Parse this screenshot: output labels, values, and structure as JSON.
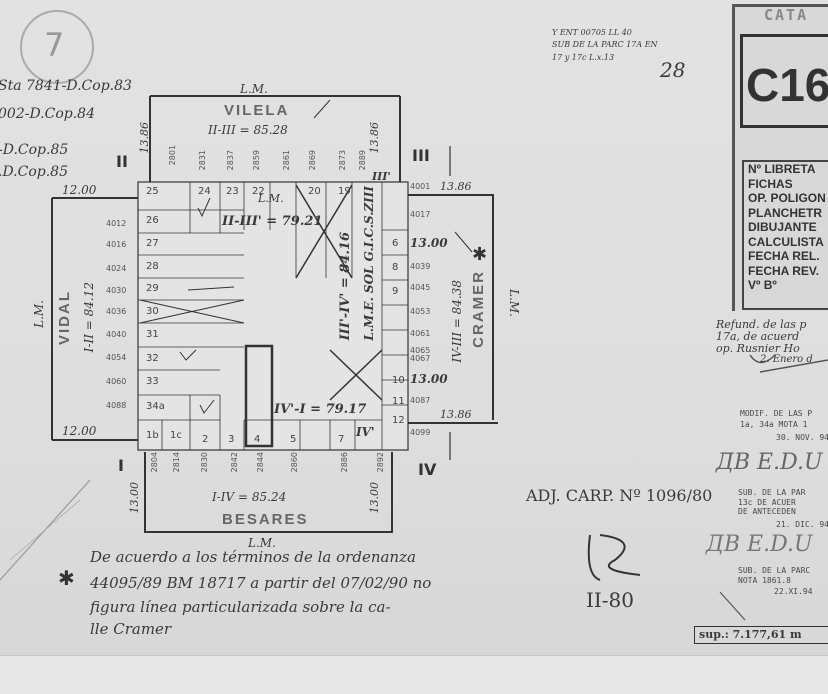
{
  "sheet_number": "7",
  "left_notes": [
    "Sta 7841-D.Cop.83",
    "002-D.Cop.84",
    "-D.Cop.85",
    ".D.Cop.85"
  ],
  "top_note": [
    "Y ENT 00705 LL 40",
    "SUB DE LA PARC 17A EN",
    "17 y 17c   L.x.13"
  ],
  "top_note_mark": "28",
  "lm_labels": [
    "L.M.",
    "L.M.",
    "L.M.",
    "L.M.",
    "L.M."
  ],
  "streets": {
    "north": "VILELA",
    "west": "VIDAL",
    "east": "CRAMER",
    "south": "BESARES"
  },
  "dimensions": {
    "north": "II-III = 85.28",
    "west": "I-II = 84.12",
    "east": "IV-III = 84.38",
    "south": "I-IV = 85.24",
    "inner_north": "II-III' = 79.21",
    "inner_south": "IV'-I = 79.17",
    "inner_diag": "III'-IV' = 84.16",
    "inner_diag2": "L.M.E. SOL G.I.C.S.ZIII",
    "nw_top": "12.00",
    "nw_side": "13.86",
    "ne_top": "13.86",
    "ne_side": "13.86",
    "sw_bottom": "12.00",
    "sw_side": "13.00",
    "se_side": "13.00",
    "se_right": "13.86",
    "east_a": "13.00",
    "east_b": "13.00"
  },
  "corners": {
    "nw": "II",
    "ne": "III",
    "sw": "I",
    "se": "IV",
    "inner_ne": "III'",
    "inner_se": "IV'"
  },
  "west_numbers": [
    "4012",
    "4016",
    "4024",
    "4030",
    "4036",
    "4040",
    "4054",
    "4060",
    "4088"
  ],
  "west_lots": [
    "25",
    "26",
    "27",
    "28",
    "29",
    "30",
    "31",
    "32",
    "33",
    "34a"
  ],
  "north_numbers": [
    "2801",
    "2831",
    "2837",
    "2859",
    "2861",
    "2869",
    "2873",
    "2889"
  ],
  "north_lots": [
    "24",
    "23",
    "22",
    "20",
    "19"
  ],
  "east_numbers": [
    "4001",
    "4017",
    "4039",
    "4045",
    "4053",
    "4061",
    "4065",
    "4067",
    "4087",
    "4099"
  ],
  "east_lots": [
    "6",
    "8",
    "9",
    "10",
    "11",
    "12"
  ],
  "south_numbers": [
    "2804",
    "2814",
    "2830",
    "2842",
    "2844",
    "2860",
    "2886",
    "2892"
  ],
  "south_lots": [
    "1b",
    "1c",
    "2",
    "3",
    "4",
    "5",
    "7"
  ],
  "adj": "ADJ. CARP. Nº 1096/80",
  "stamp_mark": "II-80",
  "footnote": [
    "De acuerdo a los términos de la ordenanza",
    "44095/89 BM 18717 a partir del 07/02/90 no",
    "figura línea particularizada sobre la ca-",
    "lle Cramer"
  ],
  "catalog": {
    "header": "CATA",
    "code": "C16",
    "fields": [
      "Nº LIBRETA",
      "FICHAS",
      "OP. POLIGON",
      "PLANCHETR",
      "DIBUJANTE",
      "CALCULISTA",
      "FECHA REL.",
      "FECHA REV.",
      "Vº Bº"
    ]
  },
  "right_notes": {
    "refund": [
      "Refund. de las p",
      "17a, de acuerd",
      "op. Rusnier Ho",
      "2. Enero d"
    ],
    "modif": [
      "MODIF. DE LAS P",
      "1a, 34a MOTA 1",
      "30. NOV. 94"
    ],
    "sub1": [
      "SUB. DE LA PAR",
      "13c DE ACUER",
      "DE ANTECEDEN",
      "21. DIC. 94"
    ],
    "sub2": [
      "SUB. DE LA PARC",
      "NOTA 1861.8",
      "22.XI.94"
    ]
  },
  "sup": "sup.: 7.177,61 m"
}
